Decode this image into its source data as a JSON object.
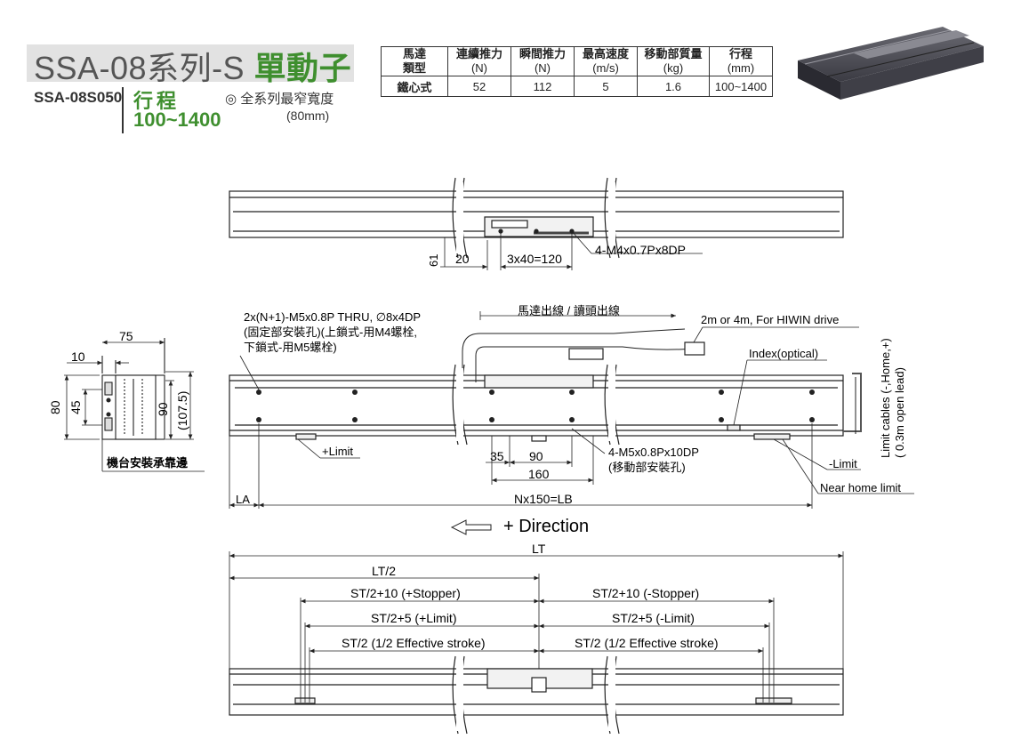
{
  "header": {
    "title_main": "SSA-08系列-S ",
    "title_accent": "單動子",
    "model": "SSA-08S050",
    "stroke_label": "行程",
    "stroke_range": "100~1400",
    "note_line1": "◎ 全系列最窄寬度",
    "note_line2": "(80mm)"
  },
  "spec_table": {
    "headers": [
      {
        "label": "馬達",
        "sub": "類型"
      },
      {
        "label": "連續推力",
        "sub": "(N)"
      },
      {
        "label": "瞬間推力",
        "sub": "(N)"
      },
      {
        "label": "最高速度",
        "sub": "(m/s)"
      },
      {
        "label": "移動部質量",
        "sub": "(kg)"
      },
      {
        "label": "行程",
        "sub": "(mm)"
      }
    ],
    "row": {
      "type": "鐵心式",
      "values": [
        "52",
        "112",
        "5",
        "1.6",
        "100~1400"
      ]
    }
  },
  "drawing": {
    "top_view": {
      "dim_61": "61",
      "dim_20": "20",
      "dim_pitch": "3x40=120",
      "hole_note": "4-M4x0.7Px8DP"
    },
    "side_view": {
      "dim_75": "75",
      "dim_10": "10",
      "dim_80": "80",
      "dim_45": "45",
      "dim_90": "90",
      "dim_107": "(107.5)",
      "mount_edge": "機台安裝承靠邊"
    },
    "main_view": {
      "hole_note_1": "2x(N+1)-M5x0.8P THRU, ∅8x4DP",
      "hole_note_2": "(固定部安裝孔)(上鎖式-用M4螺栓,",
      "hole_note_3": "下鎖式-用M5螺栓)",
      "cable_label": "馬達出線 / 讀頭出線",
      "cable_length": "2m or 4m, For HIWIN drive",
      "index": "Index(optical)",
      "limit_cables_1": "Limit cables (-,Home,+)",
      "limit_cables_2": "( 0.3m open lead)",
      "plus_limit": "+Limit",
      "minus_limit": "-Limit",
      "near_home": "Near home limit",
      "dim_35": "35",
      "dim_90b": "90",
      "dim_160": "160",
      "mover_hole_1": "4-M5x0.8Px10DP",
      "mover_hole_2": "(移動部安裝孔)",
      "dim_la": "LA",
      "dim_lb": "Nx150=LB",
      "direction": "+ Direction"
    },
    "bottom_view": {
      "lt": "LT",
      "lt_half": "LT/2",
      "st_plus_stopper": "ST/2+10 (+Stopper)",
      "st_minus_stopper": "ST/2+10 (-Stopper)",
      "st_plus_limit": "ST/2+5 (+Limit)",
      "st_minus_limit": "ST/2+5 (-Limit)",
      "st_eff_left": "ST/2 (1/2 Effective stroke)",
      "st_eff_right": "ST/2 (1/2 Effective stroke)"
    }
  }
}
